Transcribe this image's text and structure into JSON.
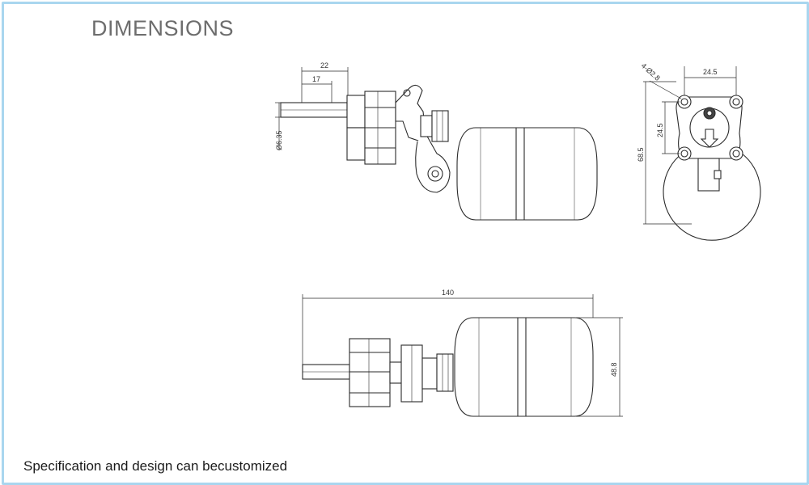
{
  "page": {
    "title": "DIMENSIONS",
    "footer": "Specification and design can becustomized"
  },
  "side_view": {
    "dim_total": "22",
    "dim_inner": "17",
    "dim_diameter": "Ø6.35"
  },
  "front_view": {
    "dim_holes": "4-Ø2.8",
    "dim_width": "24.5",
    "dim_inner_height": "24.5",
    "dim_height": "68.5"
  },
  "top_view": {
    "dim_length": "140",
    "dim_ball": "48.8"
  },
  "colors": {
    "frame_border": "#a9d6ef",
    "line": "#2a2a2a",
    "title": "#6d6d6d"
  }
}
